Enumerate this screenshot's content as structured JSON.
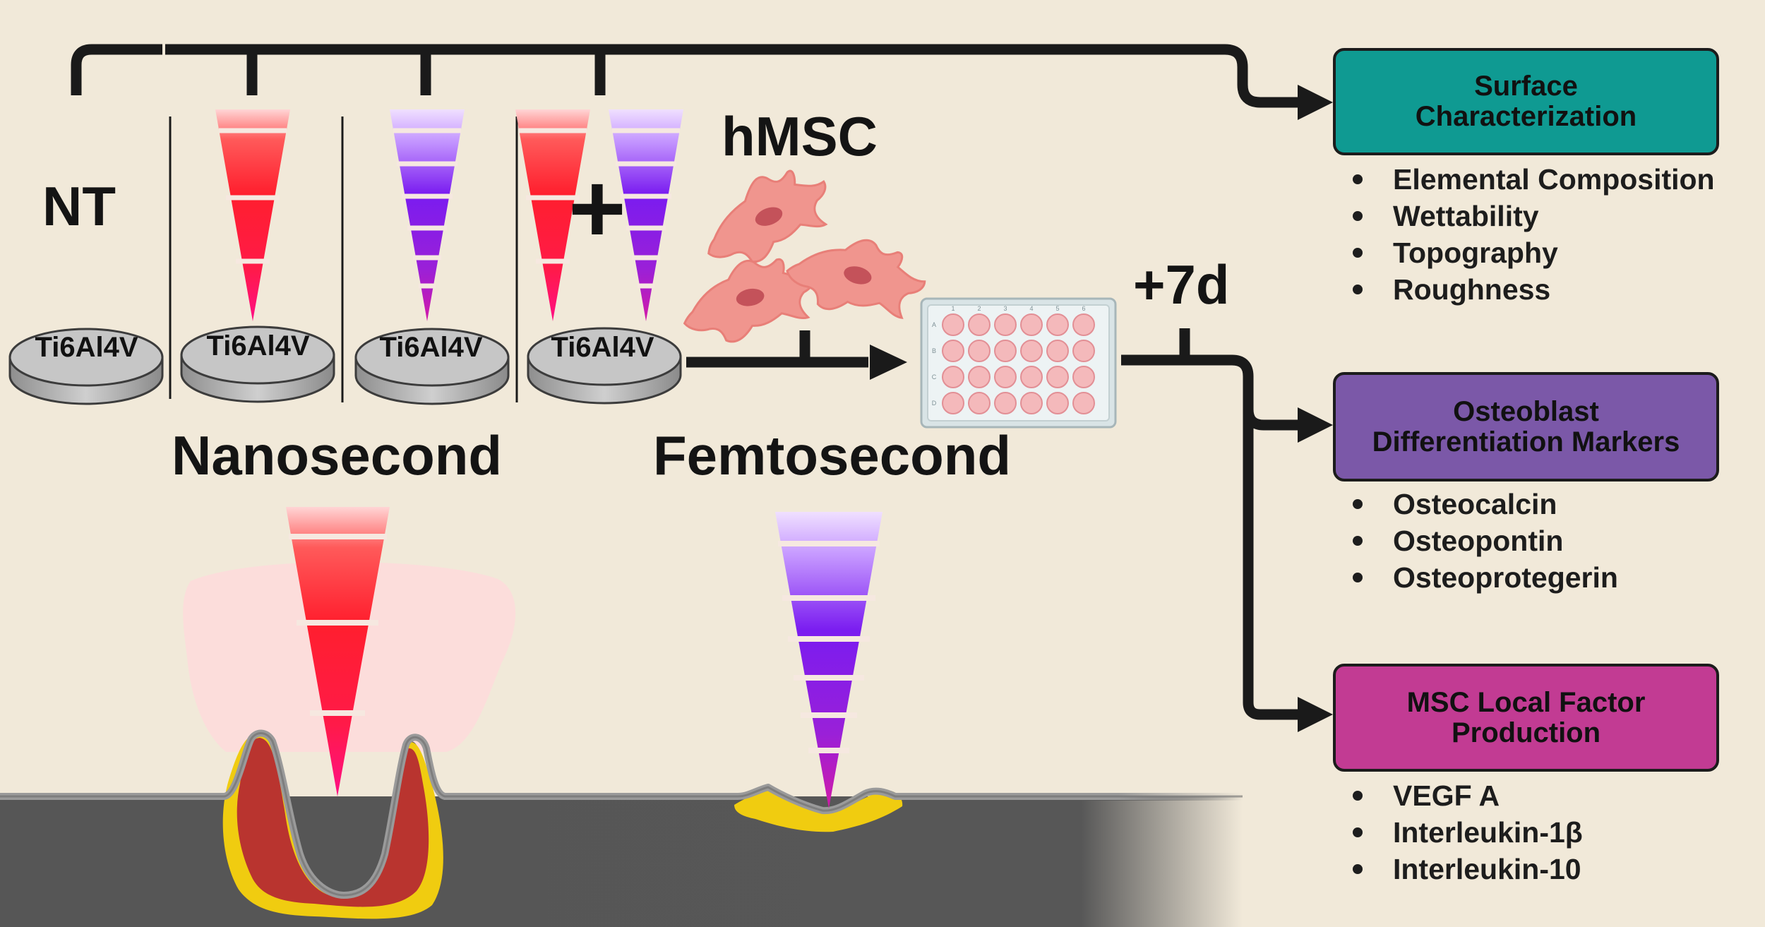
{
  "labels": {
    "nt": "NT",
    "hmsc": "hMSC",
    "plus": "+",
    "time": "+7d",
    "nanosecond": "Nanosecond",
    "femtosecond": "Femtosecond"
  },
  "discs": [
    "Ti6Al4V",
    "Ti6Al4V",
    "Ti6Al4V",
    "Ti6Al4V"
  ],
  "plate": {
    "columns": [
      "1",
      "2",
      "3",
      "4",
      "5",
      "6"
    ],
    "rows": [
      "A",
      "B",
      "C",
      "D"
    ]
  },
  "boxes": [
    {
      "lines": [
        "Surface",
        "Characterization"
      ],
      "color": "#0f9a92",
      "items": [
        "Elemental Composition",
        "Wettability",
        "Topography",
        "Roughness"
      ]
    },
    {
      "lines": [
        "Osteoblast",
        "Differentiation Markers"
      ],
      "color": "#7b58a8",
      "items": [
        "Osteocalcin",
        "Osteopontin",
        "Osteoprotegerin"
      ]
    },
    {
      "lines": [
        "MSC Local Factor",
        "Production"
      ],
      "color": "#c23b93",
      "items": [
        "VEGF A",
        "Interleukin-1β",
        "Interleukin-10"
      ]
    }
  ],
  "colors": {
    "background": "#f1e9d9",
    "nanosecond_laser": "#ff1f2e",
    "femtosecond_laser": "#7a1cf0",
    "metal": "#565656",
    "melt_zone": "#b9342f",
    "heat_zone": "#f0cc10",
    "cell": "#f0958e"
  },
  "icons": [
    "laser-beam-icon",
    "titanium-disc-icon",
    "stem-cell-icon",
    "well-plate-icon",
    "arrow-icon"
  ]
}
